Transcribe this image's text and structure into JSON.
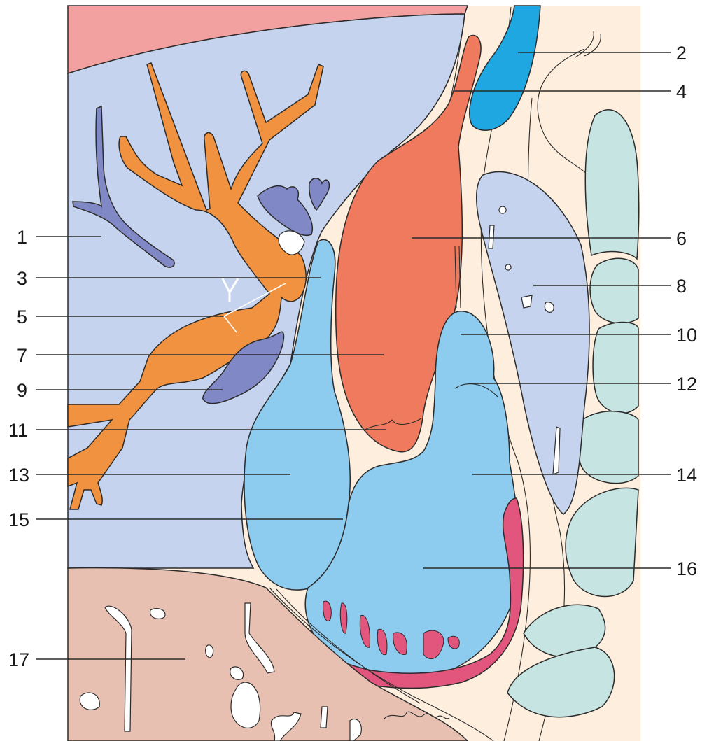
{
  "labels": {
    "left": [
      "1",
      "3",
      "5",
      "7",
      "9",
      "11",
      "13",
      "15",
      "17"
    ],
    "right": [
      "2",
      "4",
      "6",
      "8",
      "10",
      "12",
      "14",
      "16"
    ]
  },
  "colors": {
    "lightBlueTissue": "#c5d3ee",
    "cream": "#fdeedd",
    "pinkTop": "#f2a0a0",
    "vesselOrange": "#f0923f",
    "darkPurple": "#8088c6",
    "salmonRed": "#ef7a5e",
    "skyBlue": "#8dcbef",
    "brightBlue": "#1ea7e1",
    "teal": "#c6e5e2",
    "brownPink": "#e8c0b2",
    "magenta": "#e2567d",
    "white": "#ffffff"
  }
}
